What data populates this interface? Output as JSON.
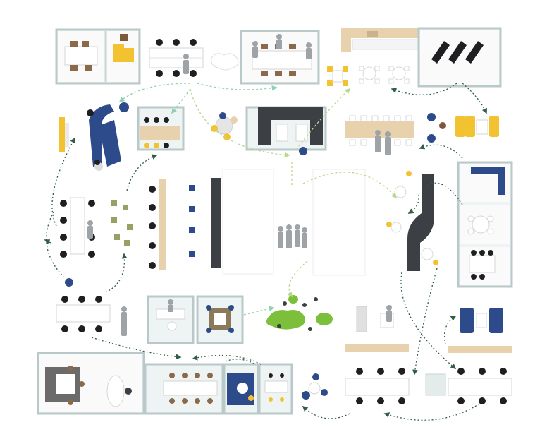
{
  "colors": {
    "background": "#ffffff",
    "floor": "#fafafa",
    "glass_wall": "#dfe9e9",
    "glass_edge": "#b9c9c9",
    "desk": "#ffffff",
    "desk_edge": "#d6d6d6",
    "wood": "#e8d2ae",
    "dark_chair": "#1f1f22",
    "navy": "#2d4a8a",
    "yellow": "#f2c230",
    "olive": "#9aa063",
    "brown": "#7a5a3a",
    "green_plants": "#7cbf3a",
    "dark_green_arrow": "#2f5d45",
    "mint_arrow": "#8fd1b0",
    "lime_arrow": "#b9d98a",
    "charcoal_sofa": "#3c3f44",
    "people": "#9ea3a8"
  },
  "zones": [
    {
      "name": "meeting-room-top-left",
      "icon": "meeting-room-icon"
    },
    {
      "name": "open-desk-top",
      "icon": "desk-cluster-icon"
    },
    {
      "name": "conference-room-top",
      "icon": "conference-table-icon"
    },
    {
      "name": "pantry-kitchen",
      "icon": "kitchen-counter-icon"
    },
    {
      "name": "lounge-recliners",
      "icon": "recliner-icon"
    },
    {
      "name": "soft-seating-lounge",
      "icon": "sofa-icon"
    },
    {
      "name": "collaboration-table",
      "icon": "collab-table-icon"
    },
    {
      "name": "central-open-area",
      "icon": "open-area-icon"
    },
    {
      "name": "quiet-rooms-right",
      "icon": "quiet-room-icon"
    },
    {
      "name": "bench-desks-left",
      "icon": "bench-desk-icon"
    },
    {
      "name": "phone-booths",
      "icon": "phone-booth-icon"
    },
    {
      "name": "plant-break-area",
      "icon": "plant-icon"
    },
    {
      "name": "meeting-rooms-bottom",
      "icon": "meeting-room-icon"
    },
    {
      "name": "bench-desks-bottom-right",
      "icon": "bench-desk-icon"
    }
  ]
}
